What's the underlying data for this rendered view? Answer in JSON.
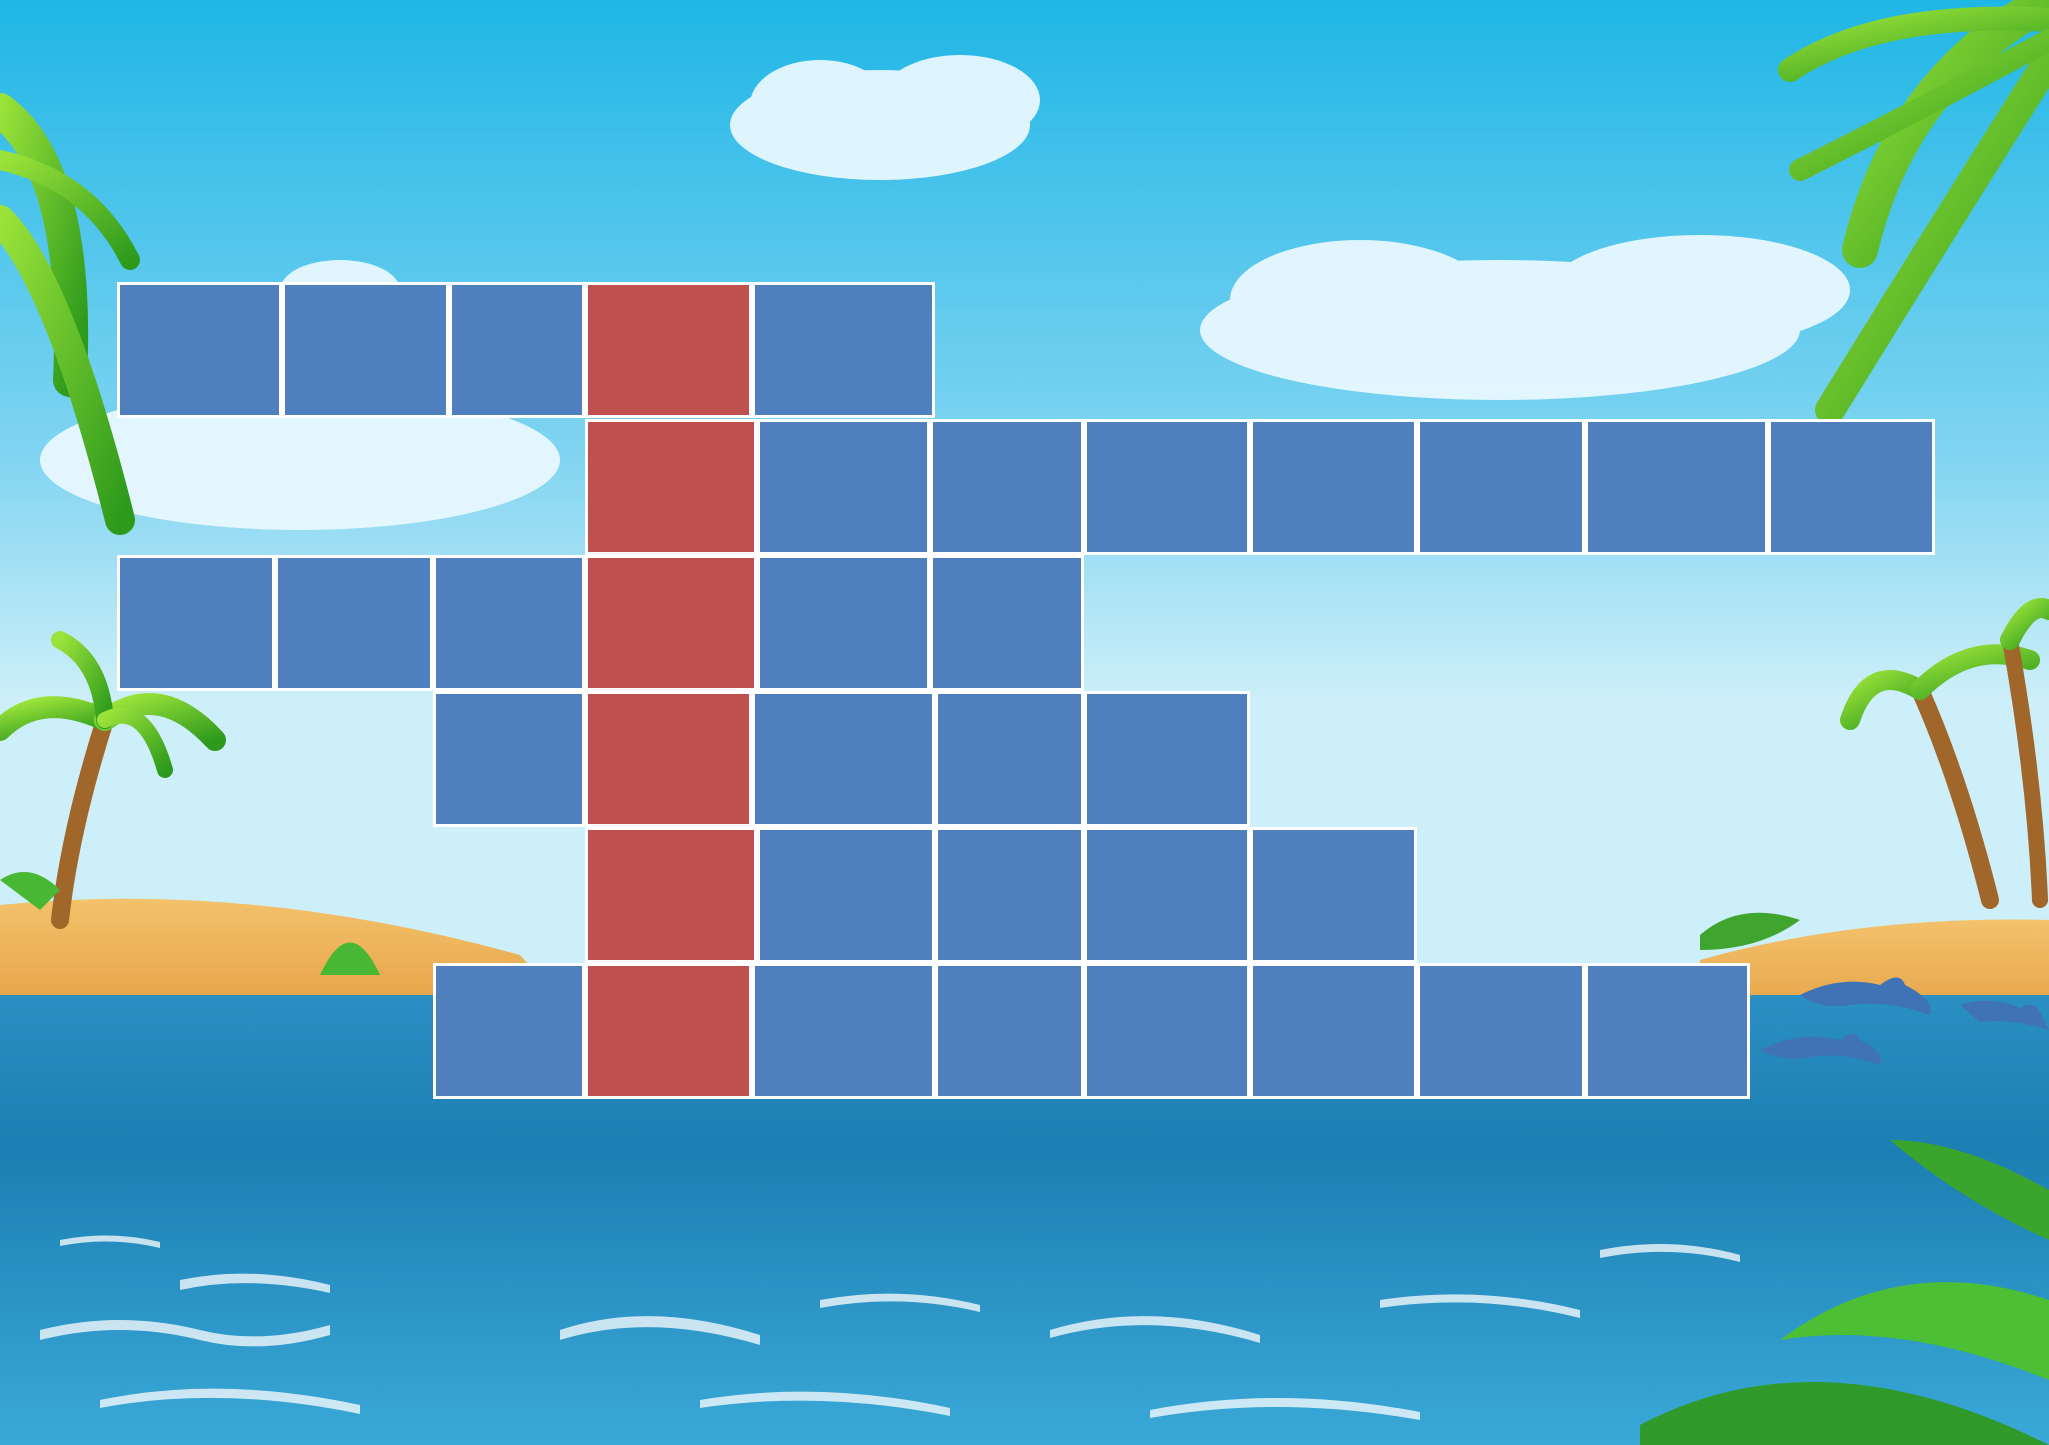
{
  "scene": {
    "icons": {
      "sky": "sky-background",
      "clouds": "cloud-icon",
      "sea": "sea-background",
      "palm_trees": "palm-tree-icon",
      "dolphins": "dolphin-icon",
      "leaves": "leaf-icon"
    }
  },
  "crossword": {
    "colors": {
      "cell": "#4f7fbc",
      "keyword_cell": "#c0504d",
      "border": "#ffffff"
    },
    "rows": [
      {
        "row": 1,
        "cells": [
          "",
          "",
          "",
          "",
          ""
        ],
        "keyword_index": 3
      },
      {
        "row": 2,
        "cells": [
          "",
          "",
          "",
          "",
          "",
          "",
          "",
          ""
        ],
        "keyword_index": 0
      },
      {
        "row": 3,
        "cells": [
          "",
          "",
          "",
          "",
          "",
          ""
        ],
        "keyword_index": 3
      },
      {
        "row": 4,
        "cells": [
          "",
          "",
          "",
          "",
          ""
        ],
        "keyword_index": 1
      },
      {
        "row": 5,
        "cells": [
          "",
          "",
          "",
          "",
          ""
        ],
        "keyword_index": 0
      },
      {
        "row": 6,
        "cells": [
          "",
          "",
          "",
          "",
          "",
          "",
          "",
          ""
        ],
        "keyword_index": 1
      }
    ]
  }
}
